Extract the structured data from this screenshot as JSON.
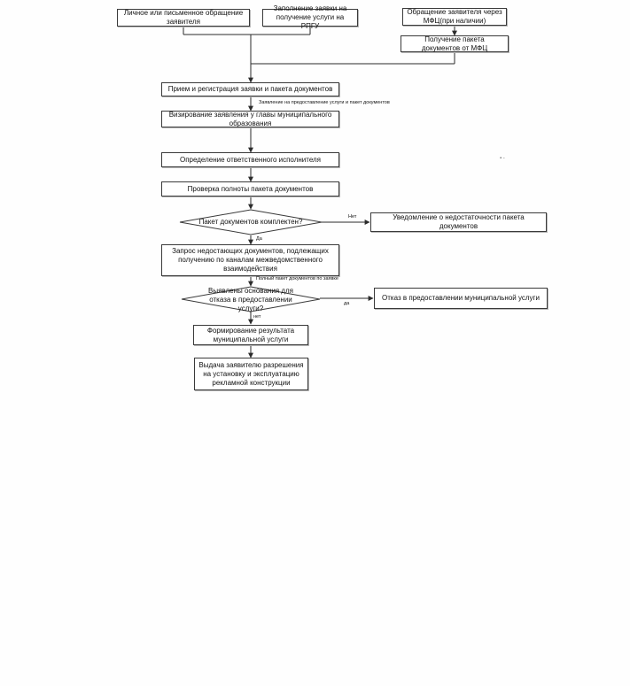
{
  "nodes": {
    "start_personal": "Личное или письменное обращение заявителя",
    "start_rpgu": "Заполнение заявки на получение услуги на РПГУ",
    "start_mfc": "Обращение заявителя через МФЦ(при наличии)",
    "mfc_package": "Получение пакета документов от МФЦ",
    "registration": "Прием и регистрация заявки и пакета документов",
    "visa": "Визирование заявления у главы муниципального образования",
    "executor": "Определение ответственного исполнителя",
    "check_package": "Проверка полноты пакета документов",
    "decision_complete": "Пакет документов комплектен?",
    "incomplete_notice": "Уведомление о недостаточности пакета документов",
    "request_documents": "Запрос недостающих документов, подлежащих получению по каналам межведомственного взаимодействия",
    "decision_refusal": "Выявлены основания для отказа в предоставлении услуги?",
    "refusal": "Отказ в предоставлении муниципальной услуги",
    "result_forming": "Формирование  результата муниципальной услуги",
    "issue_permit": "Выдача заявителю разрешения на установку и эксплуатацию рекламной конструкции"
  },
  "edge_labels": {
    "application_package": "Заявление на предоставление услуги и пакет документов",
    "no_incomplete": "Нет",
    "yes_complete": "Да",
    "full_package": "Полный пакет документов по заявке",
    "yes_refusal": "да",
    "no_refusal": "нет"
  },
  "colors": {
    "line": "#2b2b2b",
    "box_border": "#3a3a3a",
    "background": "#fefefe"
  }
}
